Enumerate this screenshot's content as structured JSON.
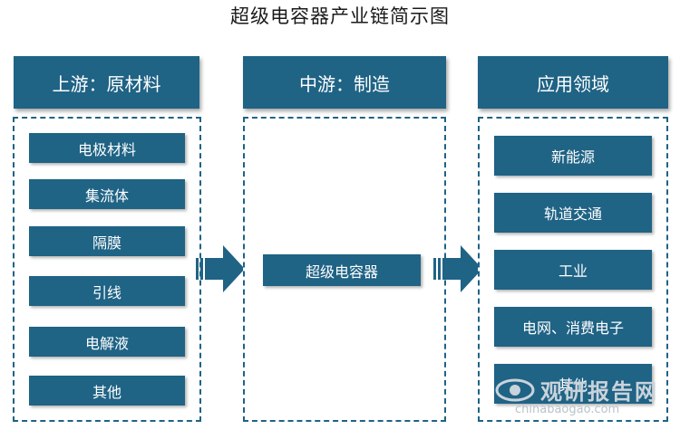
{
  "title": "超级电容器产业链简示图",
  "columns": [
    {
      "header": "上游：原材料",
      "items": [
        "电极材料",
        "集流体",
        "隔膜",
        "引线",
        "电解液",
        "其他"
      ]
    },
    {
      "header": "中游：制造",
      "items": [
        "超级电容器"
      ]
    },
    {
      "header": "应用领域",
      "items": [
        "新能源",
        "轨道交通",
        "工业",
        "电网、消费电子",
        "其他"
      ]
    }
  ],
  "watermark": {
    "brand": "观研报告网",
    "url": "chinabaogao.com"
  },
  "colors": {
    "primary": "#1f6385",
    "background": "#ffffff",
    "text_on_primary": "#ffffff"
  }
}
